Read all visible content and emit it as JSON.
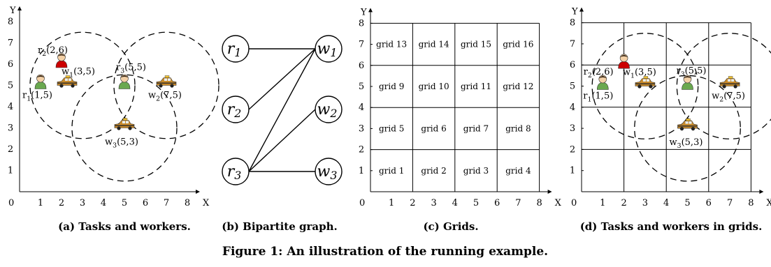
{
  "axes": {
    "x_label": "X",
    "y_label": "Y",
    "origin": "0",
    "x_ticks": [
      "1",
      "2",
      "3",
      "4",
      "5",
      "6",
      "7",
      "8"
    ],
    "y_ticks": [
      "1",
      "2",
      "3",
      "4",
      "5",
      "6",
      "7",
      "8"
    ]
  },
  "requesters": [
    {
      "name": "r",
      "sub": "1",
      "coord": "(1,5)",
      "x": 1,
      "y": 5,
      "color": "#6aa84f"
    },
    {
      "name": "r",
      "sub": "2",
      "coord": "(2,6)",
      "x": 2,
      "y": 6,
      "color": "#cc0000"
    },
    {
      "name": "r",
      "sub": "3",
      "coord": "(5,5)",
      "x": 5,
      "y": 5,
      "color": "#6aa84f"
    }
  ],
  "workers": [
    {
      "name": "w",
      "sub": "1",
      "coord": "(3,5)",
      "x": 3,
      "y": 5,
      "radius": 2.5
    },
    {
      "name": "w",
      "sub": "2",
      "coord": "(7,5)",
      "x": 7,
      "y": 5,
      "radius": 2.5
    },
    {
      "name": "w",
      "sub": "3",
      "coord": "(5,3)",
      "x": 5,
      "y": 3,
      "radius": 2.5
    }
  ],
  "bipartite": {
    "left_nodes": [
      {
        "base": "r",
        "sub": "1"
      },
      {
        "base": "r",
        "sub": "2"
      },
      {
        "base": "r",
        "sub": "3"
      }
    ],
    "right_nodes": [
      {
        "base": "w",
        "sub": "1"
      },
      {
        "base": "w",
        "sub": "2"
      },
      {
        "base": "w",
        "sub": "3"
      }
    ],
    "edges": [
      [
        0,
        0
      ],
      [
        1,
        0
      ],
      [
        2,
        0
      ],
      [
        2,
        1
      ],
      [
        2,
        2
      ]
    ]
  },
  "grids": {
    "cell_size": 2,
    "labels": [
      "grid 1",
      "grid 2",
      "grid 3",
      "grid 4",
      "grid 5",
      "grid 6",
      "grid 7",
      "grid 8",
      "grid 9",
      "grid 10",
      "grid 11",
      "grid 12",
      "grid 13",
      "grid 14",
      "grid 15",
      "grid 16"
    ]
  },
  "captions": {
    "a": "(a) Tasks and workers.",
    "b": "(b) Bipartite graph.",
    "c": "(c) Grids.",
    "d": "(d) Tasks and workers in grids."
  },
  "figure_caption": "Figure 1: An illustration of the running example.",
  "colors": {
    "taxi_body": "#c88a2a",
    "person_skin": "#f3d0a6"
  }
}
